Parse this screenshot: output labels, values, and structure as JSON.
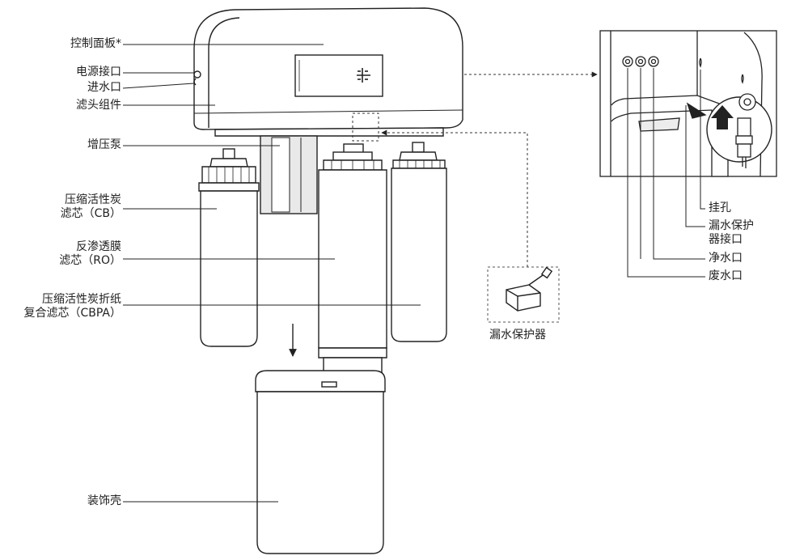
{
  "labels": {
    "control_panel": "控制面板*",
    "power_port": "电源接口",
    "water_inlet": "进水口",
    "filter_head": "滤头组件",
    "booster_pump": "增压泵",
    "cb_filter": [
      "压缩活性炭",
      "滤芯（CB）"
    ],
    "ro_filter": [
      "反渗透膜",
      "滤芯（RO）"
    ],
    "cbpa_filter": [
      "压缩活性炭折纸",
      "复合滤芯（CBPA）"
    ],
    "cover": "装饰壳",
    "leak_protector": "漏水保护器",
    "hanging_hole": "挂孔",
    "leak_port": [
      "漏水保护",
      "器接口"
    ],
    "pure_water_outlet": "净水口",
    "waste_water_outlet": "废水口"
  },
  "icons": {
    "display_symbol": "water-drop-grid-icon",
    "arrow_up": "arrow-up-icon",
    "arrow_down": "arrow-down-icon"
  },
  "colors": {
    "line": "#222222",
    "fill": "#ffffff",
    "shade": "#e9e9e9"
  }
}
